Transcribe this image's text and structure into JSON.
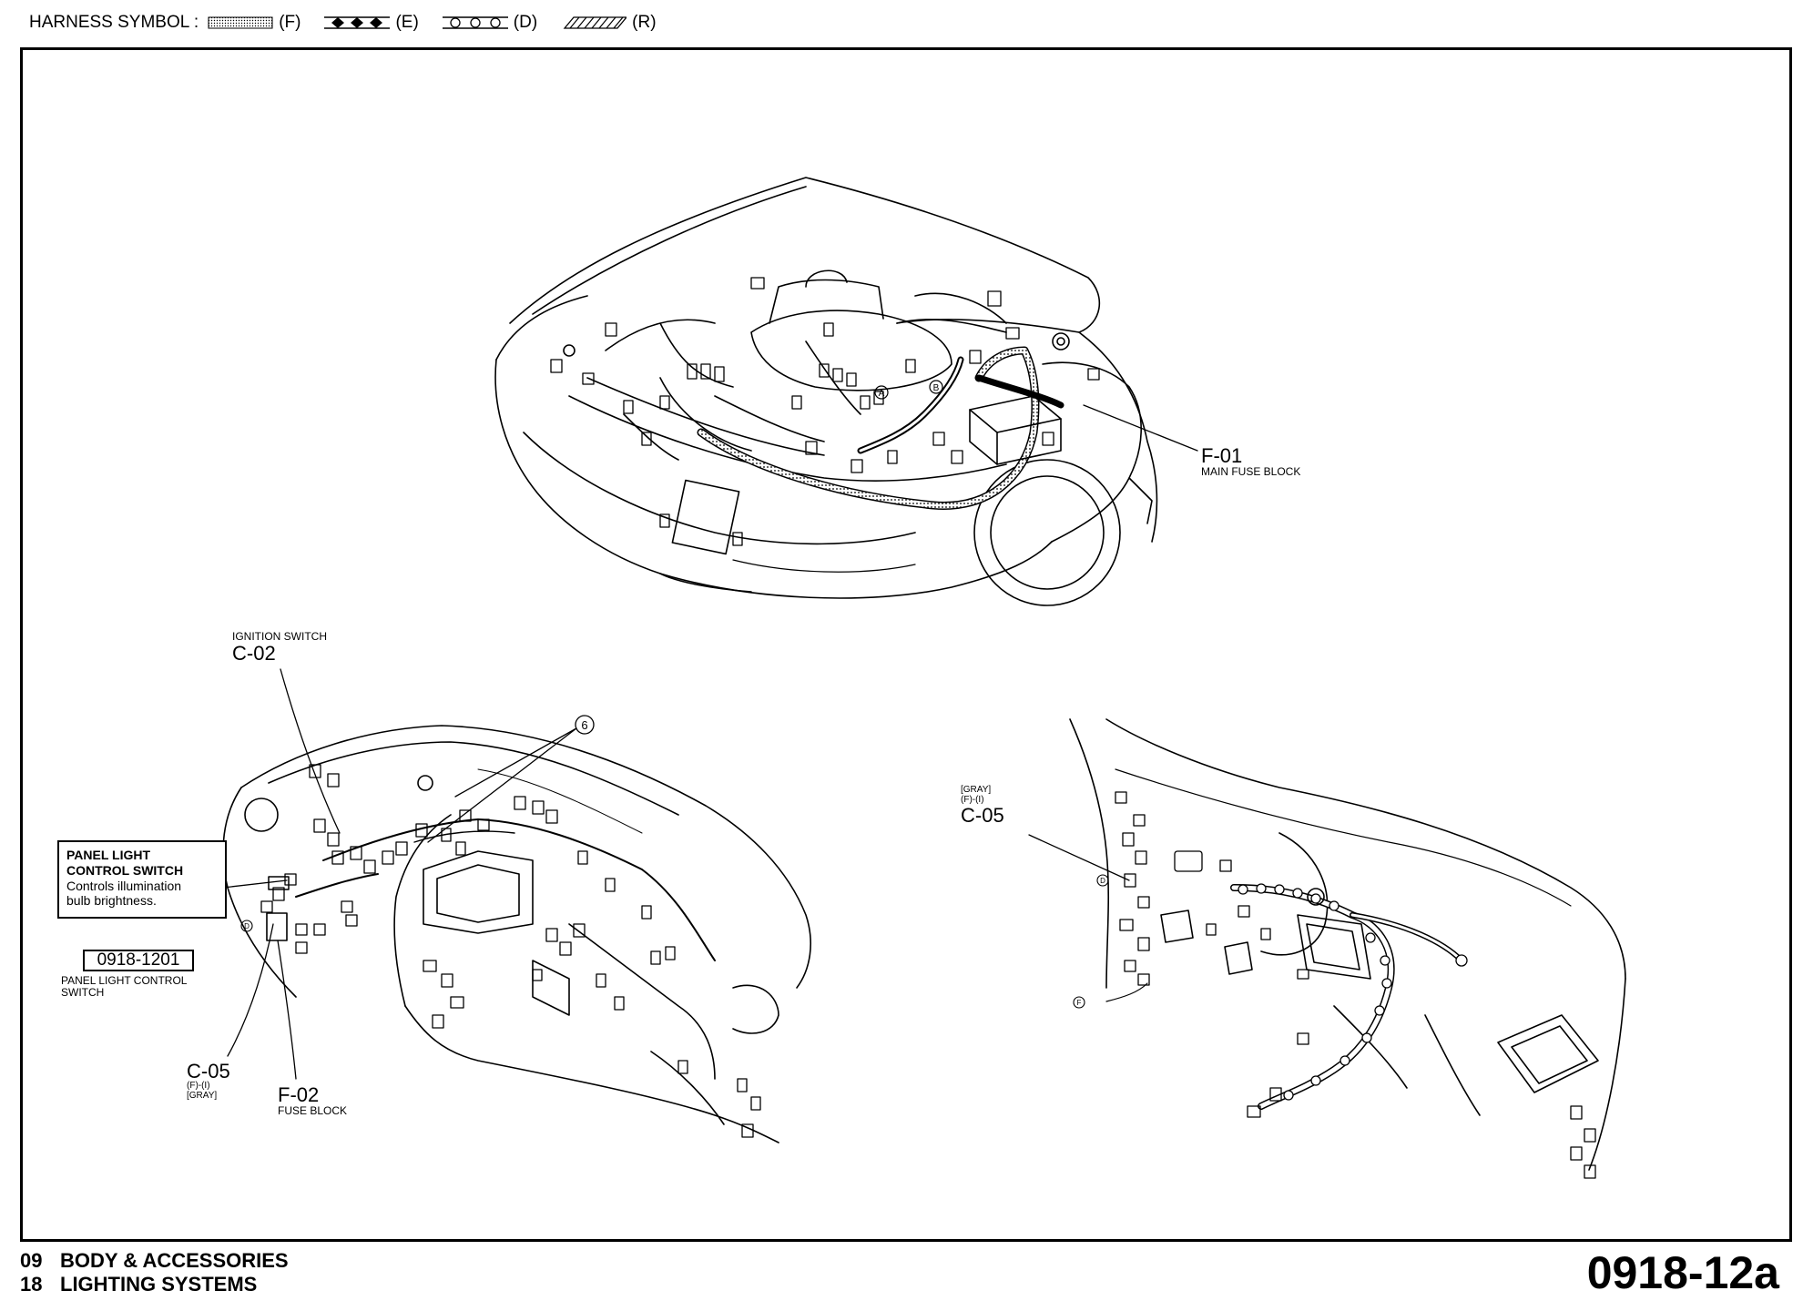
{
  "legend": {
    "title": "HARNESS SYMBOL :",
    "items": [
      {
        "code": "(F)",
        "icon": "dotted-harness-icon"
      },
      {
        "code": "(E)",
        "icon": "diamond-harness-icon"
      },
      {
        "code": "(D)",
        "icon": "circle-harness-icon"
      },
      {
        "code": "(R)",
        "icon": "hatched-harness-icon"
      }
    ]
  },
  "engine_view": {
    "f01_code": "F-01",
    "f01_name": "MAIN FUSE BLOCK",
    "marker_a": "A",
    "marker_b": "B"
  },
  "dash_view": {
    "c02_desc": "IGNITION SWITCH",
    "c02_code": "C-02",
    "callout_6": "6",
    "plc_title_1": "PANEL LIGHT",
    "plc_title_2": "CONTROL SWITCH",
    "plc_desc_1": "Controls illumination",
    "plc_desc_2": "bulb brightness.",
    "ref_code": "0918-1201",
    "ref_name_1": "PANEL LIGHT CONTROL",
    "ref_name_2": "SWITCH",
    "marker_d": "D",
    "c05_code": "C-05",
    "c05_sub": "(F)-(I)",
    "c05_color": "[GRAY]",
    "f02_code": "F-02",
    "f02_name": "FUSE BLOCK"
  },
  "right_view": {
    "c05_color": "[GRAY]",
    "c05_sub": "(F)-(I)",
    "c05_code": "C-05",
    "marker_d": "D",
    "marker_f": "F"
  },
  "footer": {
    "line1_num": "09",
    "line1_text": "BODY & ACCESSORIES",
    "line2_num": "18",
    "line2_text": "LIGHTING SYSTEMS",
    "page_number": "0918-12a"
  }
}
